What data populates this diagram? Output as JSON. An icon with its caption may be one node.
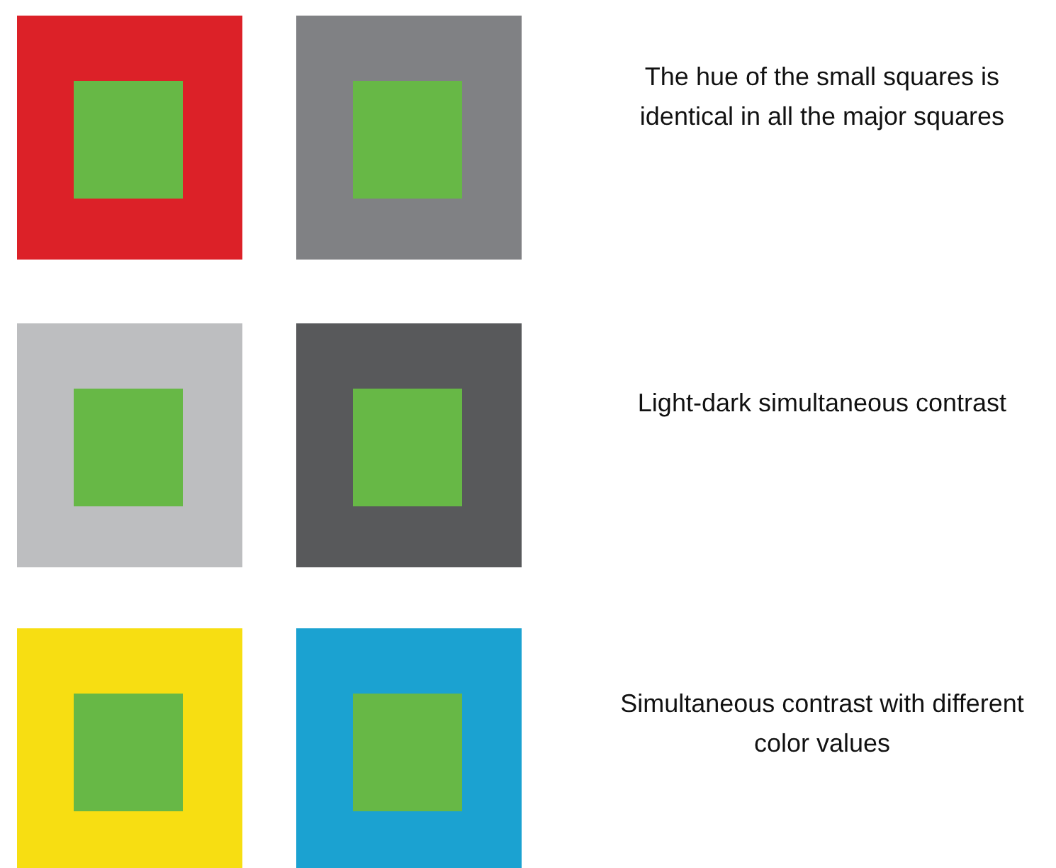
{
  "diagram": {
    "nodes": [
      {
        "text": [],
        "shape": "box"
      },
      {
        "text": [],
        "shape": "box",
        "in": 0
      },
      {
        "text": [],
        "shape": "box"
      },
      {
        "text": [],
        "shape": "box",
        "in": 2
      },
      {
        "text": [],
        "shape": "box"
      },
      {
        "text": [],
        "shape": "box",
        "in": 4
      },
      {
        "text": [],
        "shape": "box"
      },
      {
        "text": [],
        "shape": "box",
        "in": 6
      },
      {
        "text": [],
        "shape": "box"
      },
      {
        "text": [],
        "shape": "box",
        "in": 8
      },
      {
        "text": [],
        "shape": "box"
      },
      {
        "text": [],
        "shape": "box",
        "in": 10
      }
    ],
    "labels": [
      "The hue of the small squares is identical in all the major squares",
      "Light-dark simultaneous contrast",
      "Simultaneous contrast with different color values"
    ]
  }
}
